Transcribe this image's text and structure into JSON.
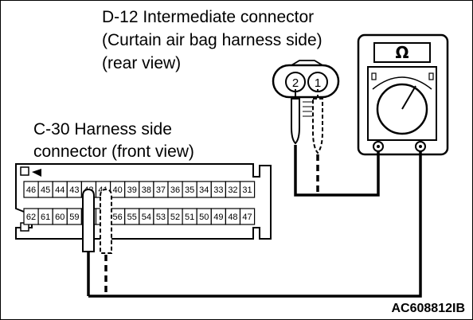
{
  "labels": {
    "d12_line1": "D-12 Intermediate connector",
    "d12_line2": "(Curtain air bag harness side)",
    "d12_line3": "(rear view)",
    "c30_line1": "C-30 Harness side",
    "c30_line2": "connector (front view)",
    "ref_code": "AC608812IB"
  },
  "ohmmeter": {
    "symbol": "Ω"
  },
  "d12_pins": [
    "2",
    "1"
  ],
  "c30_pins_top": [
    "46",
    "45",
    "44",
    "43",
    "42",
    "41",
    "40",
    "39",
    "38",
    "37",
    "36",
    "35",
    "34",
    "33",
    "32",
    "31"
  ],
  "c30_pins_bottom": [
    "62",
    "61",
    "60",
    "59",
    "",
    "",
    "56",
    "55",
    "54",
    "53",
    "52",
    "51",
    "50",
    "49",
    "48",
    "47"
  ]
}
